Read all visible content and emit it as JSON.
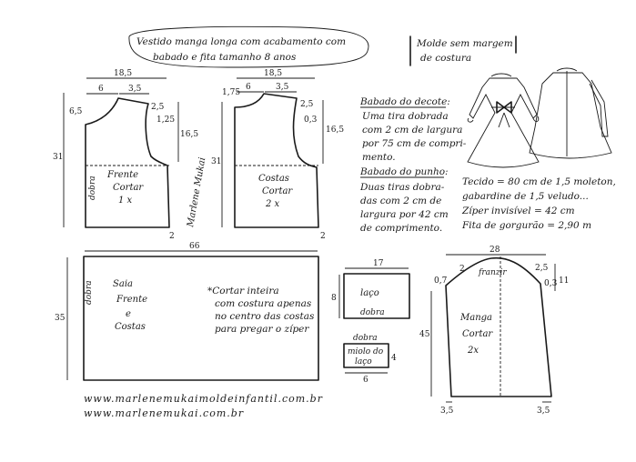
{
  "title": {
    "line1": "Vestido manga longa com acabamento com",
    "line2": "babado e fita tamanho 8 anos"
  },
  "seam_note": {
    "line1": "Molde sem margem",
    "line2": "de costura"
  },
  "front": {
    "label": "Frente",
    "cut": "Cortar",
    "qty": "1 x",
    "fold": "dobra",
    "width": "18,5",
    "neck_w": "6",
    "shoulder": "3,5",
    "neck_drop": "6,5",
    "shoulder_drop": "2,5",
    "arm_in": "1,25",
    "arm_h": "16,5",
    "height": "31",
    "side": "2"
  },
  "back": {
    "label": "Costas",
    "cut": "Cortar",
    "qty": "2 x",
    "width": "18,5",
    "neck_drop": "1,75",
    "neck_w": "6",
    "shoulder": "3,5",
    "shoulder_drop": "2,5",
    "arm_in": "0,3",
    "arm_h": "16,5",
    "height": "31",
    "side": "2"
  },
  "signature": "Marlene Mukai",
  "ruffle_neck": {
    "heading": "Babado do decote:",
    "lines": [
      "Uma tira dobrada",
      "com 2 cm de largura",
      "por 75 cm de compri-",
      "mento."
    ]
  },
  "ruffle_cuff": {
    "heading": "Babado do punho:",
    "lines": [
      "Duas tiras dobra-",
      "das com 2 cm de",
      "largura por 42 cm",
      "de comprimento."
    ]
  },
  "materials": [
    "Tecido = 80 cm de 1,5 moleton,",
    "gabardine de 1,5 veludo...",
    "Zíper invisível = 42 cm",
    "Fita de gorgurão = 2,90 m"
  ],
  "skirt": {
    "label1": "Saia",
    "label2": "Frente",
    "label3": "e",
    "label4": "Costas",
    "fold": "dobra",
    "width": "66",
    "height": "35",
    "note": [
      "*Cortar inteira",
      "com costura apenas",
      "no centro das costas",
      "para pregar o zíper"
    ]
  },
  "bow": {
    "label": "laço",
    "fold": "dobra",
    "width": "17",
    "height": "8"
  },
  "bow_center": {
    "label1": "miolo do",
    "label2": "laço",
    "fold": "dobra",
    "width": "6",
    "height": "4"
  },
  "sleeve": {
    "label": "Manga",
    "cut": "Cortar",
    "qty": "2x",
    "gather": "franzir",
    "width": "28",
    "left_cap": "2",
    "right_cap": "2,5",
    "left_drop": "0,7",
    "right_drop": "0,3",
    "cap_h": "11",
    "height": "45",
    "left_hem": "3,5",
    "right_hem": "3,5"
  },
  "urls": [
    "www.marlenemukaimoldeinfantil.com.br",
    "www.marlenemukai.com.br"
  ]
}
